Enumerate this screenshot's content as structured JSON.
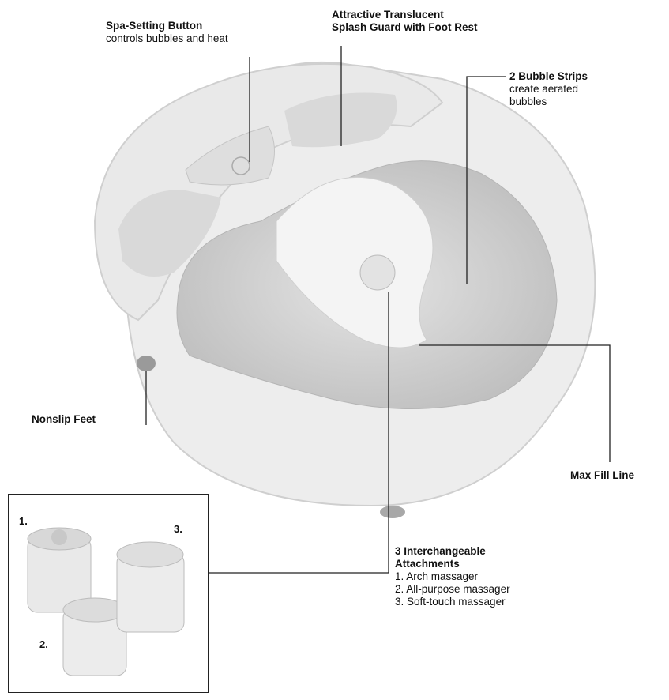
{
  "callouts": {
    "spa_button": {
      "title": "Spa-Setting Button",
      "desc": "controls bubbles and heat"
    },
    "splash_guard": {
      "title_line1": "Attractive Translucent",
      "title_line2": "Splash Guard with Foot Rest"
    },
    "bubble_strips": {
      "title": "2 Bubble Strips",
      "desc_line1": "create aerated",
      "desc_line2": "bubbles"
    },
    "nonslip_feet": {
      "title": "Nonslip Feet"
    },
    "max_fill": {
      "title": "Max Fill Line"
    },
    "attachments": {
      "title_line1": "3 Interchangeable",
      "title_line2": "Attachments",
      "items": [
        "1. Arch massager",
        "2. All-purpose massager",
        "3. Soft-touch massager"
      ]
    }
  },
  "inset": {
    "numbers": [
      "1.",
      "2.",
      "3."
    ]
  }
}
